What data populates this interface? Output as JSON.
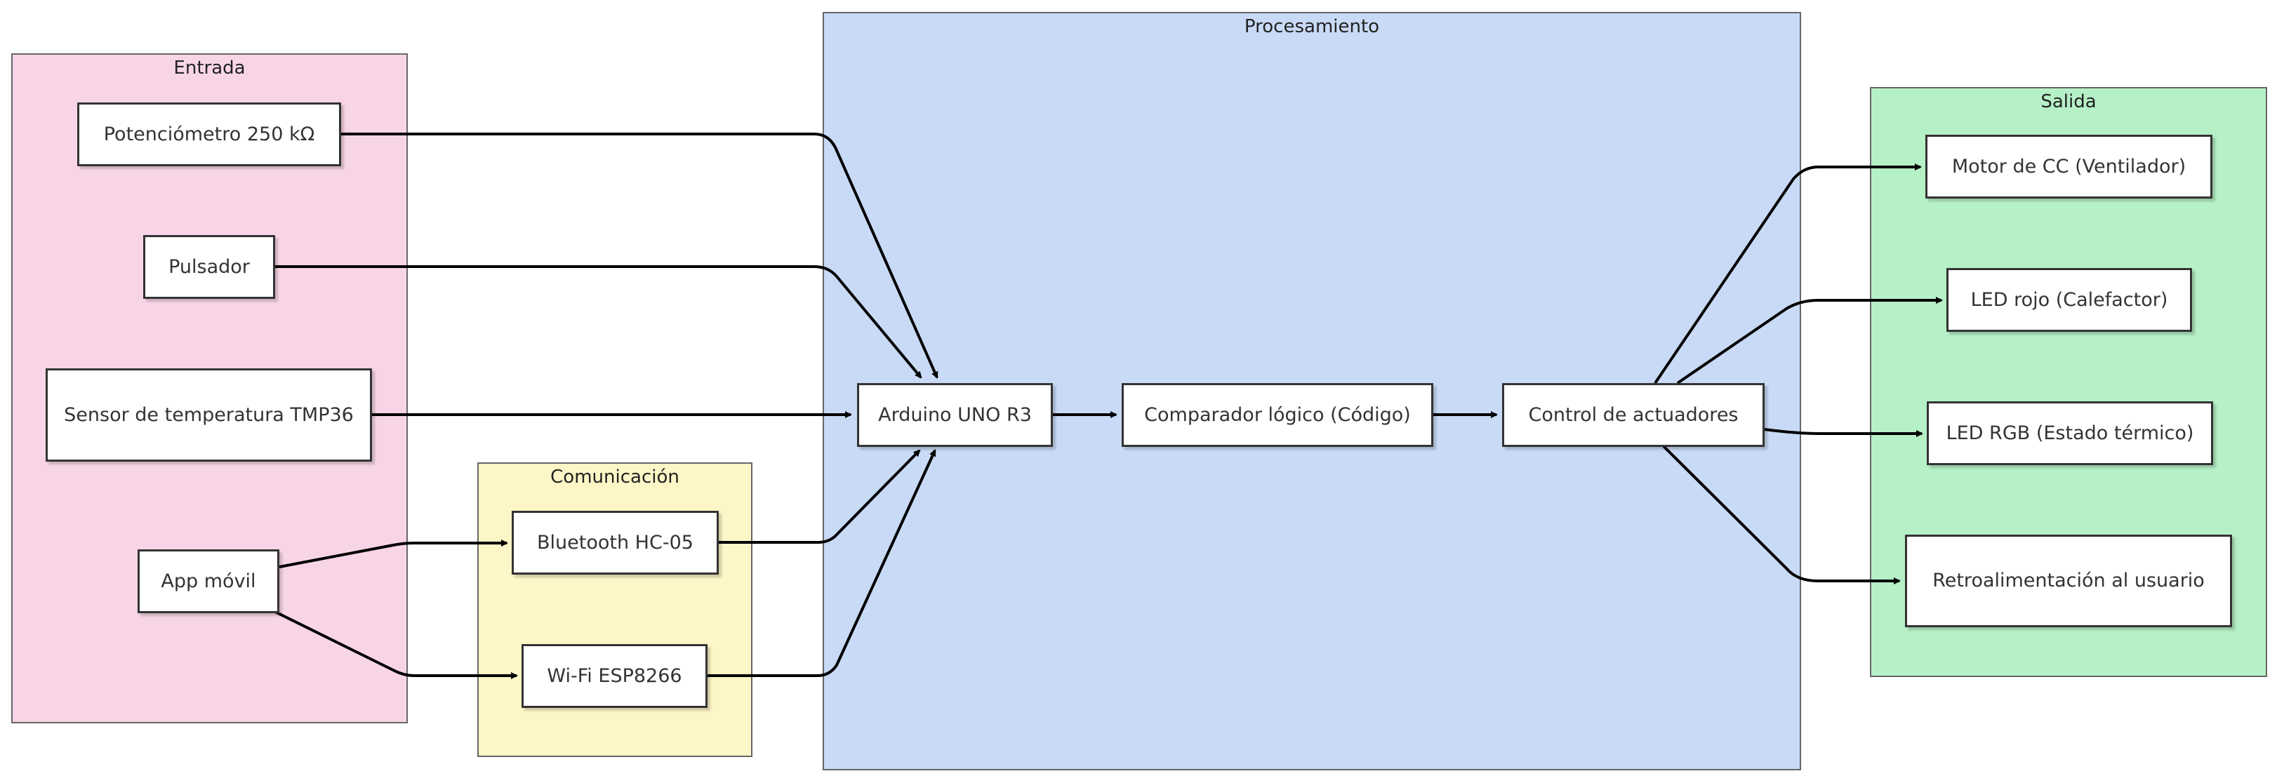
{
  "groups": {
    "entrada": "Entrada",
    "comunicacion": "Comunicación",
    "procesamiento": "Procesamiento",
    "salida": "Salida"
  },
  "nodes": {
    "potenciometro": "Potenciómetro 250 kΩ",
    "pulsador": "Pulsador",
    "sensor": "Sensor de temperatura TMP36",
    "app": "App móvil",
    "bluetooth": "Bluetooth HC-05",
    "wifi": "Wi-Fi ESP8266",
    "arduino": "Arduino UNO R3",
    "comparador": "Comparador lógico (Código)",
    "control": "Control de actuadores",
    "motor": "Motor de CC (Ventilador)",
    "led_rojo": "LED rojo (Calefactor)",
    "led_rgb": "LED RGB (Estado térmico)",
    "retro": "Retroalimentación al usuario"
  },
  "colors": {
    "entrada_bg": "#f8d5e6",
    "comunicacion_bg": "#fdf6c6",
    "procesamiento_bg": "#c8daf5",
    "salida_bg": "#b6f0c6",
    "edge": "#000000"
  }
}
